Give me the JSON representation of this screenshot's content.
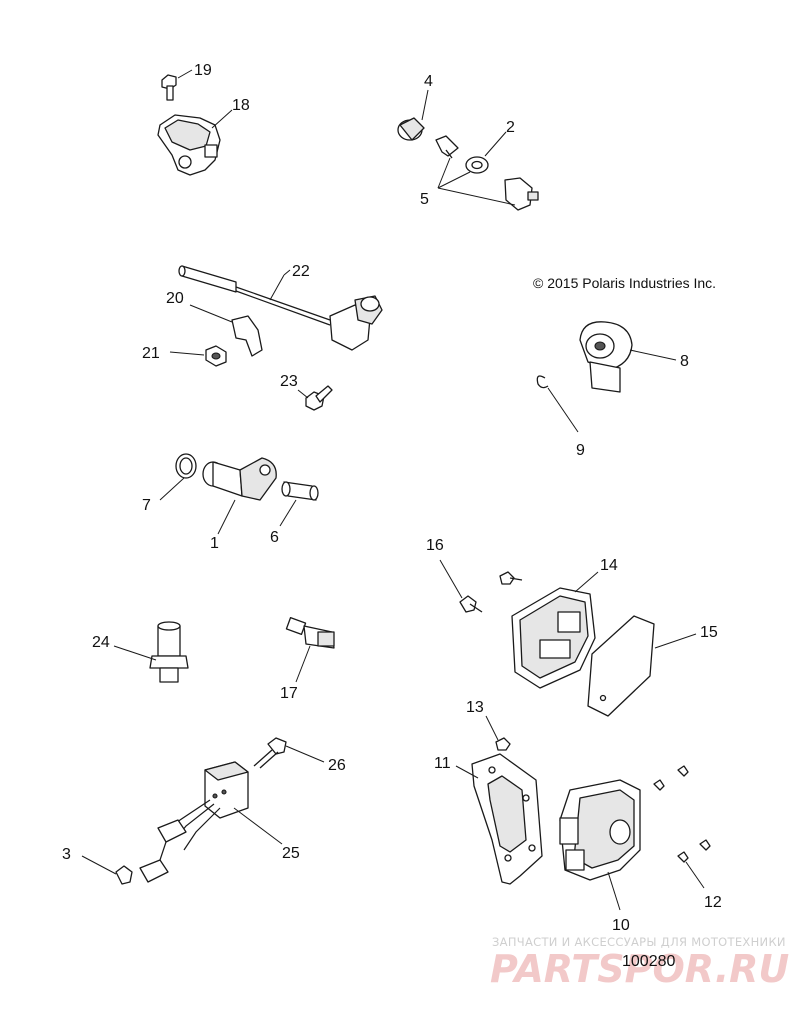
{
  "copyright": "© 2015 Polaris Industries Inc.",
  "reference_number": "100280",
  "watermark": {
    "caption": "ЗАПЧАСТИ И АКСЕССУАРЫ ДЛЯ МОТОТЕХНИКИ",
    "brand": "PARTSPOR.RU"
  },
  "callouts": [
    "1",
    "2",
    "3",
    "4",
    "5",
    "6",
    "7",
    "8",
    "9",
    "10",
    "11",
    "12",
    "13",
    "14",
    "15",
    "16",
    "17",
    "18",
    "19",
    "20",
    "21",
    "22",
    "23",
    "24",
    "25",
    "26"
  ]
}
